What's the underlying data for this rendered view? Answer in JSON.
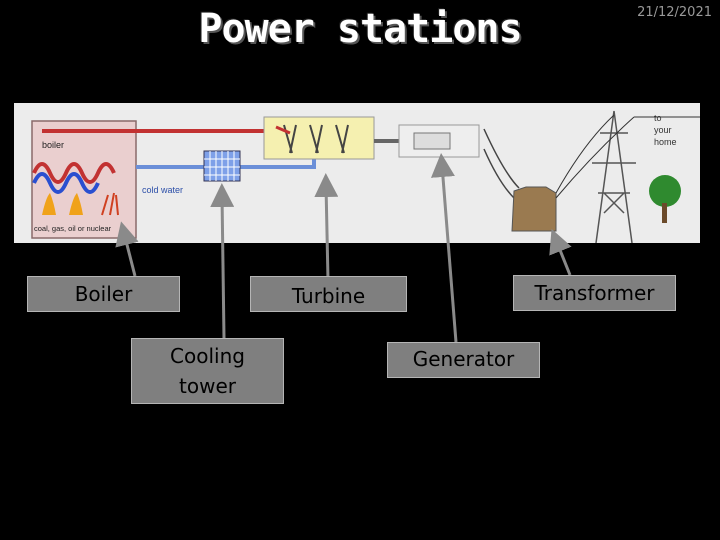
{
  "slide": {
    "title": "Power stations",
    "date": "21/12/2021"
  },
  "diagram": {
    "boiler_text": "boiler",
    "cold_water_text": "cold water",
    "fuel_text": "coal, gas, oil or nuclear",
    "to_home_line1": "to",
    "to_home_line2": "your",
    "to_home_line3": "home"
  },
  "labels": {
    "boiler": "Boiler",
    "turbine": "Turbine",
    "transformer": "Transformer",
    "cooling_tower_line1": "Cooling",
    "cooling_tower_line2": "tower",
    "generator": "Generator"
  }
}
